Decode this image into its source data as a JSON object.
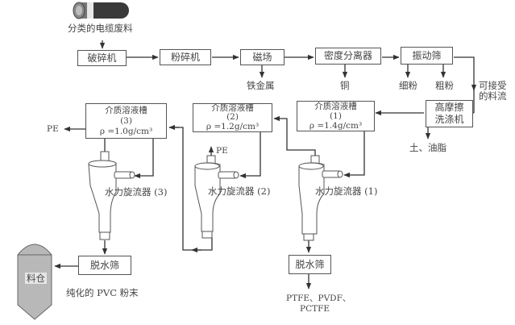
{
  "source": {
    "label": "分类的电缆废料"
  },
  "stage1": {
    "crusher": "破碎机",
    "pulverizer": "粉碎机",
    "magnetic": "磁场",
    "magnetic_out": "铁金属",
    "density_sep": "密度分离器",
    "density_out": "铜",
    "vibrating_screen": "振动筛",
    "fine_powder": "细粉",
    "coarse_powder": "粗粉",
    "acceptable_line1": "可接受",
    "acceptable_line2": "的料流"
  },
  "washer": {
    "line1": "高摩擦",
    "line2": "洗涤机",
    "out": "土、油脂"
  },
  "tanks": [
    {
      "name": "介质溶液槽",
      "index": "(1)",
      "density": "ρ =1.4g/cm³"
    },
    {
      "name": "介质溶液槽",
      "index": "(2)",
      "density": "ρ =1.2g/cm³"
    },
    {
      "name": "介质溶液槽",
      "index": "(3)",
      "density": "ρ =1.0g/cm³"
    }
  ],
  "cyclones": [
    {
      "label": "水力旋流器 (1)"
    },
    {
      "label": "水力旋流器 (2)",
      "overflow": "PE"
    },
    {
      "label": "水力旋流器 (3)",
      "overflow": "PE"
    }
  ],
  "dewater": [
    {
      "label": "脱水筛",
      "out_line1": "PTFE、PVDF、",
      "out_line2": "PCTFE"
    },
    {
      "label": "脱水筛"
    }
  ],
  "silo": {
    "label": "料仓",
    "caption": "纯化的 PVC 粉末"
  }
}
